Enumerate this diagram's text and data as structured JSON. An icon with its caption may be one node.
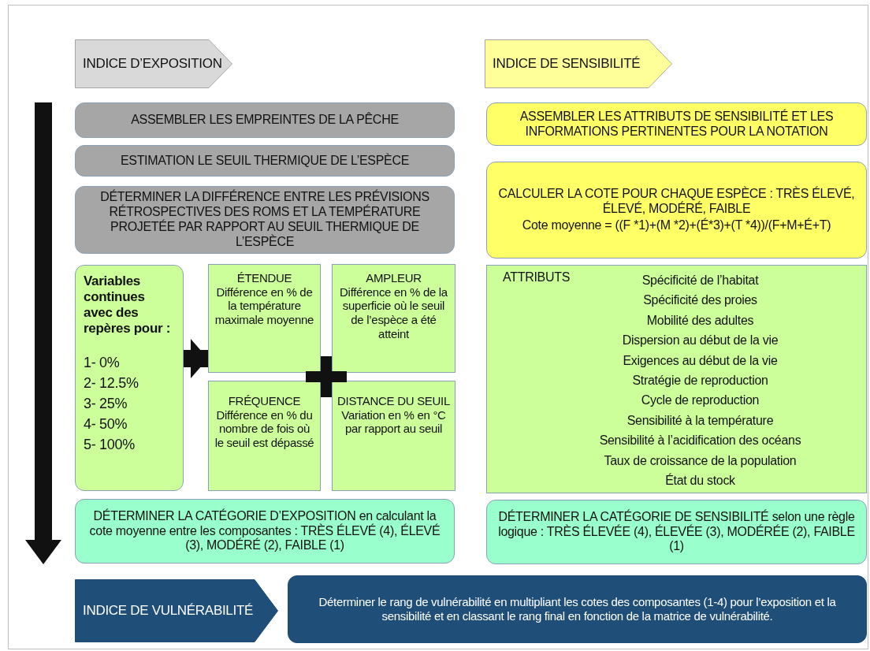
{
  "diagram": {
    "nodes": [
      {
        "text": [
          "INDICE D’EXPOSITION"
        ]
      },
      {
        "text": [
          "INDICE DE SENSIBILITÉ"
        ]
      },
      {
        "text": [
          "ASSEMBLER LES EMPREINTES DE LA PÊCHE"
        ]
      },
      {
        "text": [
          "ESTIMATION LE SEUIL THERMIQUE DE L’ESPÈCE"
        ]
      },
      {
        "text": [
          "DÉTERMINER LA DIFFÉRENCE ENTRE LES PRÉVISIONS RÉTROSPECTIVES DES ROMS ET LA TEMPÉRATURE PROJETÉE PAR RAPPORT AU SEUIL THERMIQUE DE L’ESPÈCE"
        ]
      },
      {
        "text": [
          "Variables continues avec des repères pour :",
          "1- 0%",
          "2- 12.5%",
          "3- 25%",
          "4- 50%",
          "5- 100%"
        ]
      },
      {
        "text": [
          "ÉTENDUE",
          "Différence en % de la température maximale moyenne"
        ]
      },
      {
        "text": [
          "AMPLEUR",
          "Différence en % de la superficie où le seuil de l’espèce a été atteint"
        ]
      },
      {
        "text": [
          "FRÉQUENCE",
          "Différence en % du nombre de fois où le seuil est dépassé"
        ]
      },
      {
        "text": [
          "DISTANCE DU SEUIL",
          "Variation en % en °C par rapport au seuil"
        ]
      },
      {
        "text": [
          "DÉTERMINER LA CATÉGORIE D’EXPOSITION en calculant la cote moyenne entre les composantes : TRÈS ÉLEVÉ (4), ÉLEVÉ (3), MODÉRÉ (2), FAIBLE (1)"
        ]
      },
      {
        "text": [
          "ASSEMBLER LES ATTRIBUTS DE SENSIBILITÉ ET LES INFORMATIONS PERTINENTES POUR LA NOTATION"
        ]
      },
      {
        "text": [
          "CALCULER LA COTE POUR CHAQUE ESPÈCE : TRÈS ÉLEVÉ, ÉLEVÉ, MODÉRÉ, FAIBLE",
          "Cote moyenne = ((F *1)+(M *2)+(É*3)+(T *4))/(F+M+É+T)"
        ]
      },
      {
        "text": [
          "ATTRIBUTS",
          "Spécificité de l’habitat",
          "Spécificité des proies",
          "Mobilité des adultes",
          "Dispersion au début de la vie",
          "Exigences au début de la vie",
          "Stratégie de reproduction",
          "Cycle de reproduction",
          "Sensibilité à la température",
          "Sensibilité à l’acidification des océans",
          "Taux de croissance de la population",
          "État du stock"
        ]
      },
      {
        "text": [
          "DÉTERMINER LA CATÉGORIE DE SENSIBILITÉ selon une règle logique : TRÈS ÉLEVÉE (4), ÉLEVÉE (3), MODÉRÉE (2), FAIBLE (1)"
        ]
      },
      {
        "text": [
          "INDICE DE VULNÉRABILITÉ"
        ]
      },
      {
        "text": [
          "Déterminer le rang de vulnérabilité en multipliant les cotes des composantes (1-4) pour l’exposition et la sensibilité et en classant le rang final en fonction de la matrice de vulnérabilité."
        ]
      }
    ],
    "edges": [
      {
        "from": 5,
        "to": 6,
        "arrow": "to"
      }
    ]
  }
}
